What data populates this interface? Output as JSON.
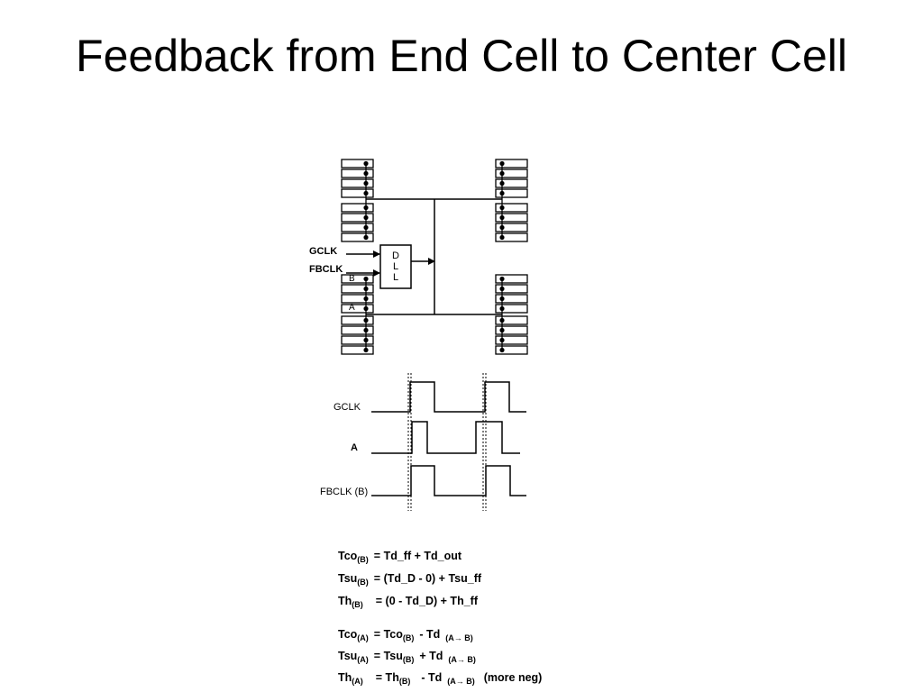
{
  "title": "Feedback from End Cell to Center Cell",
  "block_diagram": {
    "input_gclk": "GCLK",
    "input_fbclk": "FBCLK",
    "dll_letters": [
      "D",
      "L",
      "L"
    ],
    "cell_b": "B",
    "cell_a": "A"
  },
  "timing": {
    "signals": [
      {
        "label": "GCLK",
        "bold": false
      },
      {
        "label": "A",
        "bold": true
      },
      {
        "label": "FBCLK (B)",
        "bold": false
      }
    ]
  },
  "equations": {
    "group1": [
      {
        "lhs": "Tco",
        "lhs_sub": "(B)",
        "rhs": "= Td_ff + Td_out"
      },
      {
        "lhs": "Tsu",
        "lhs_sub": "(B)",
        "rhs": "= (Td_D - 0) + Tsu_ff"
      },
      {
        "lhs": "Th",
        "lhs_sub": "(B)",
        "rhs": "= (0 - Td_D) + Th_ff"
      }
    ],
    "group2": [
      {
        "lhs": "Tco",
        "lhs_sub": "(A)",
        "mid": "= Tco",
        "mid_sub": "(B)",
        "op": "- Td",
        "op_sub": "(A→ B)",
        "tail": ""
      },
      {
        "lhs": "Tsu",
        "lhs_sub": "(A)",
        "mid": "= Tsu",
        "mid_sub": "(B)",
        "op": "+ Td",
        "op_sub": "(A→ B)",
        "tail": ""
      },
      {
        "lhs": "Th",
        "lhs_sub": "(A)",
        "mid": "= Th",
        "mid_sub": "(B)",
        "op": "- Td",
        "op_sub": "(A→ B)",
        "tail": "(more neg)"
      }
    ]
  }
}
